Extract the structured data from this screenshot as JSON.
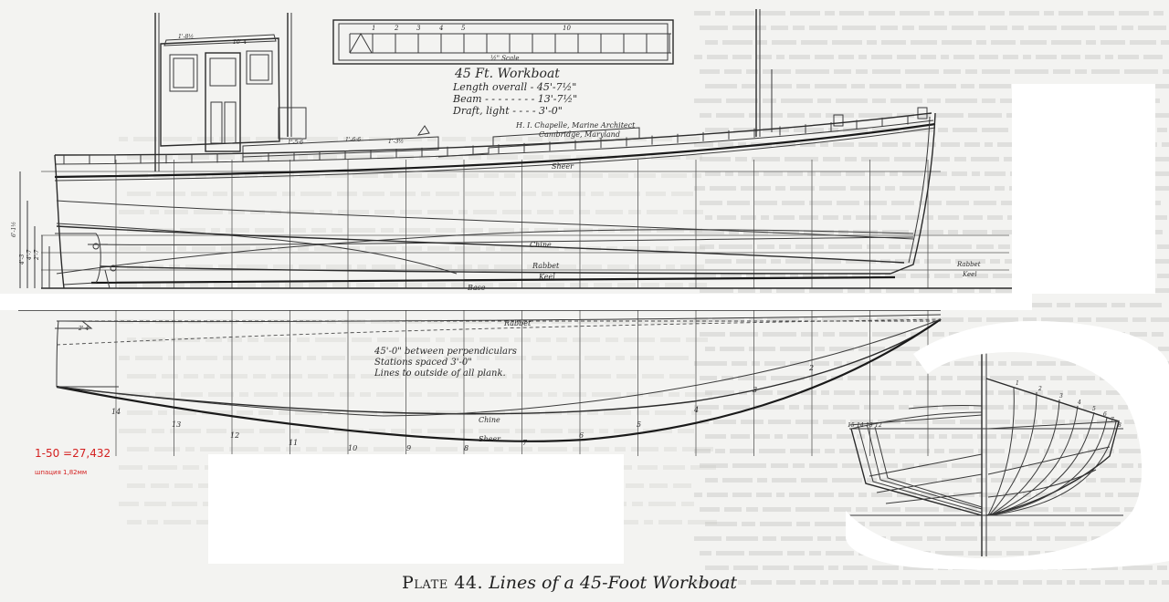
{
  "caption": {
    "plate": "Plate 44.",
    "title": "Lines of a 45-Foot Workboat"
  },
  "title_block": {
    "title": "45 Ft. Workboat",
    "specs": [
      "Length overall - 45'-7½\"",
      "Beam - - - - - - - - 13'-7½\"",
      "Draft, light - - - - 3'-0\""
    ],
    "architect": "H. I. Chapelle, Marine Architect",
    "location": "Cambridge, Maryland"
  },
  "scale_bar": {
    "ticks": [
      "1",
      "2",
      "3",
      "4",
      "5",
      "10"
    ],
    "label": "½\" Scale"
  },
  "profile_labels": {
    "sheer": "Sheer",
    "chine": "Chine",
    "rabbet": "Rabbet",
    "keel": "Keel",
    "base": "Base"
  },
  "plan_labels": {
    "rabbet": "Rabbet",
    "chine": "Chine",
    "sheer": "Sheer"
  },
  "notes": [
    "45'-0\" between perpendiculars",
    "Stations spaced 3'-0\"",
    "Lines to outside of all plank."
  ],
  "station_numbers": [
    "14",
    "13",
    "12",
    "11",
    "10",
    "9",
    "8",
    "7",
    "6",
    "5",
    "4",
    "3",
    "2"
  ],
  "body_plan_stations_left": [
    "15",
    "14",
    "13",
    "12"
  ],
  "body_plan_stations_right": [
    "1",
    "2",
    "3",
    "4",
    "5",
    "6",
    "7",
    "8"
  ],
  "annotation": {
    "scale_text": "1-50 =27,432",
    "spacing_text": "шпация 1,82мм",
    "color": "#d42020"
  }
}
